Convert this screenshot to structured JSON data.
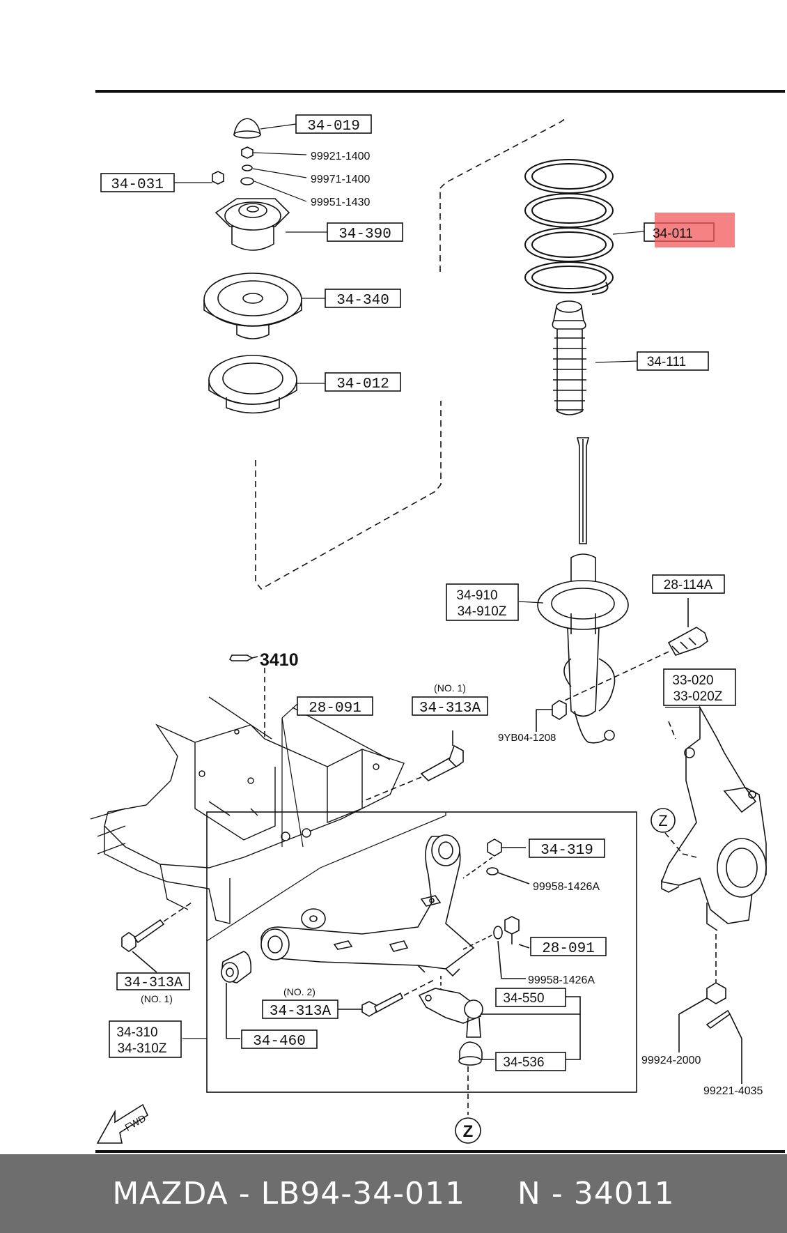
{
  "diagram": {
    "part_labels": {
      "p34_019": "34-019",
      "p34_031": "34-031",
      "p34_390": "34-390",
      "p34_340": "34-340",
      "p34_012": "34-012",
      "p34_011": "34-011",
      "p34_111": "34-111",
      "p34_910": "34-910",
      "p34_910z": "34-910Z",
      "p28_114a": "28-114A",
      "p33_020": "33-020",
      "p33_020z": "33-020Z",
      "p28_091_top": "28-091",
      "p34_313a_top": "34-313A",
      "p34_319": "34-319",
      "p28_091_mid": "28-091",
      "p34_313a_left": "34-313A",
      "p34_310": "34-310",
      "p34_310z": "34-310Z",
      "p34_460": "34-460",
      "p34_313a_low": "34-313A",
      "p34_550": "34-550",
      "p34_536": "34-536"
    },
    "part_numbers": {
      "n99921_1400": "99921-1400",
      "n99971_1400": "99971-1400",
      "n99951_1430": "99951-1430",
      "n9yb04_1208": "9YB04-1208",
      "n99958_1426a_a": "99958-1426A",
      "n99958_1426a_b": "99958-1426A",
      "n99924_2000": "99924-2000",
      "n99221_4035": "99221-4035"
    },
    "notes": {
      "no1_top": "(NO. 1)",
      "no1_left": "(NO. 1)",
      "no2": "(NO. 2)",
      "ref_3410": "3410",
      "z_mark_1": "Z",
      "z_mark_2": "Z",
      "fwd": "FWD"
    },
    "highlight": {
      "part": "34-011",
      "color": "#f15a5a"
    }
  },
  "footer": {
    "text": "MAZDA - LB94-34-011     N - 34011"
  }
}
